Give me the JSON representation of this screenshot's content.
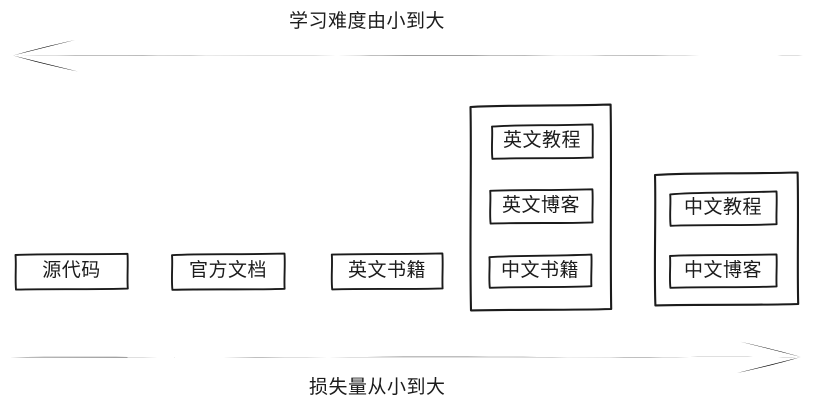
{
  "diagram": {
    "top_axis": {
      "label": "学习难度由小到大",
      "direction": "left",
      "arrow_icon": "arrow-left-icon"
    },
    "bottom_axis": {
      "label": "损失量从小到大",
      "direction": "right",
      "arrow_icon": "arrow-right-icon"
    },
    "nodes": [
      {
        "id": "source-code",
        "label": "源代码"
      },
      {
        "id": "official-docs",
        "label": "官方文档"
      },
      {
        "id": "english-books",
        "label": "英文书籍"
      },
      {
        "id": "english-tutorial",
        "label": "英文教程"
      },
      {
        "id": "english-blog",
        "label": "英文博客"
      },
      {
        "id": "chinese-books",
        "label": "中文书籍"
      },
      {
        "id": "chinese-tutorial",
        "label": "中文教程"
      },
      {
        "id": "chinese-blog",
        "label": "中文博客"
      }
    ],
    "groups": [
      {
        "id": "group-middle",
        "members": [
          "英文教程",
          "英文博客",
          "中文书籍"
        ]
      },
      {
        "id": "group-right",
        "members": [
          "中文教程",
          "中文博客"
        ]
      }
    ],
    "colors": {
      "stroke": "#1b1b1b",
      "text": "#1c1c1c",
      "background": "#ffffff"
    }
  }
}
